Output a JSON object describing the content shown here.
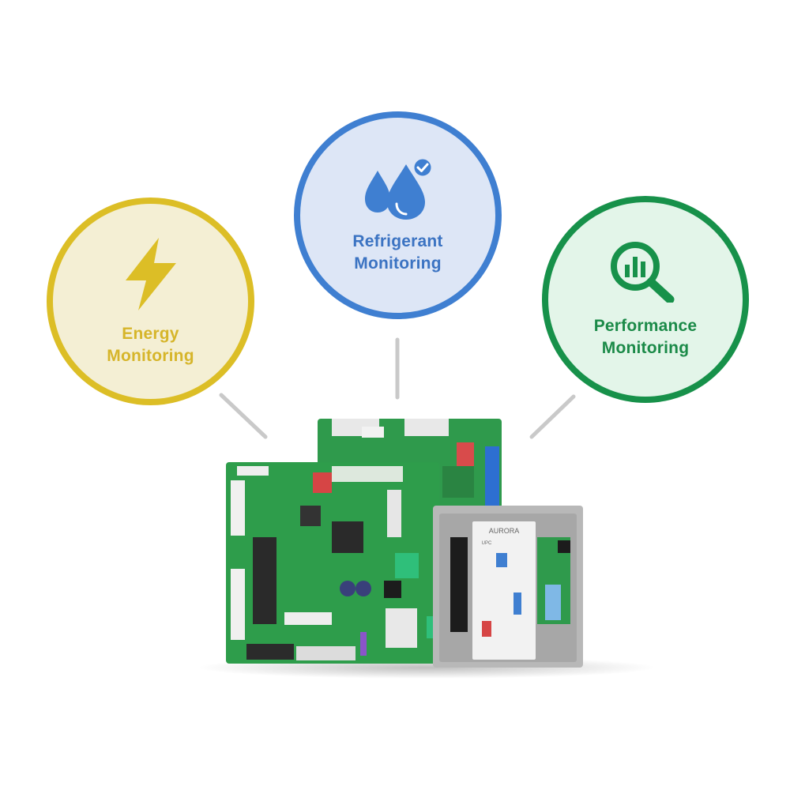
{
  "nodes": [
    {
      "id": "energy",
      "line1": "Energy",
      "line2": "Monitoring",
      "icon": "lightning-bolt-icon",
      "color": "#dcbe26"
    },
    {
      "id": "refrigerant",
      "line1": "Refrigerant",
      "line2": "Monitoring",
      "icon": "water-drops-check-icon",
      "color": "#3f7fd1"
    },
    {
      "id": "performance",
      "line1": "Performance",
      "line2": "Monitoring",
      "icon": "magnifier-chart-icon",
      "color": "#17914a"
    }
  ],
  "hardware": {
    "module_brand": "AURORA",
    "module_model": "UPC"
  }
}
